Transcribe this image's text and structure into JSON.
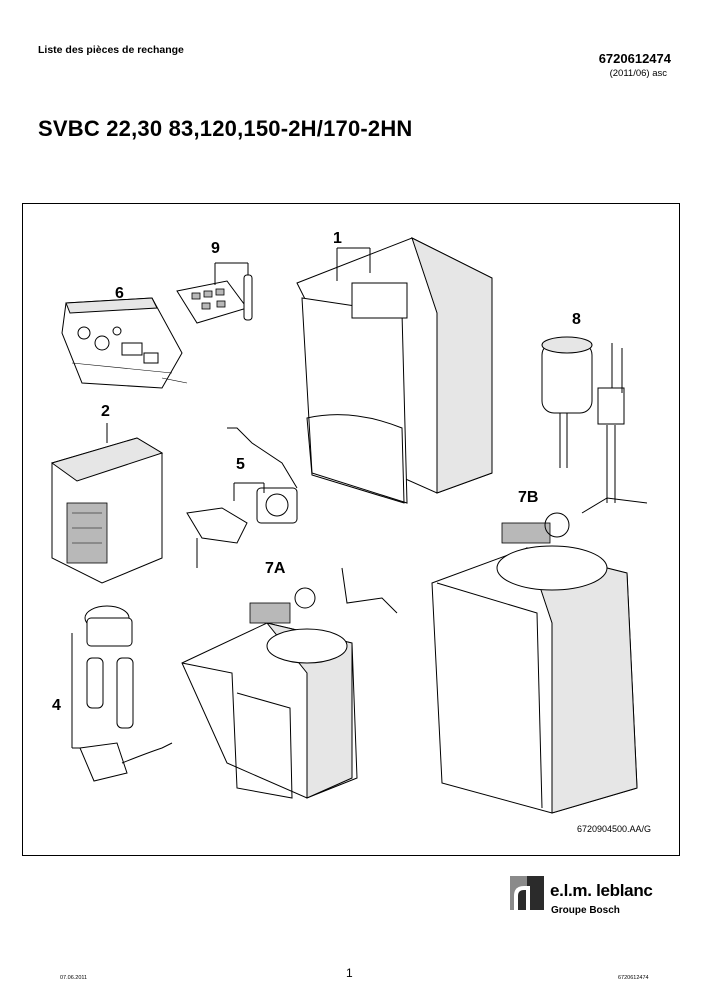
{
  "header": {
    "doc_title": "Liste des pièces de rechange",
    "doc_number": "6720612474",
    "doc_date": "(2011/06) asc"
  },
  "model": {
    "title": "SVBC 22,30 83,120,150-2H/170-2HN"
  },
  "diagram": {
    "figure_ref": "6720904500.AA/G",
    "callouts": [
      "1",
      "2",
      "4",
      "5",
      "6",
      "7A",
      "7B",
      "8",
      "9"
    ]
  },
  "logo": {
    "name": "e.l.m. leblanc",
    "group": "Groupe Bosch"
  },
  "footer": {
    "date": "07.06.2011",
    "page": "1",
    "ref": "6720612474"
  }
}
